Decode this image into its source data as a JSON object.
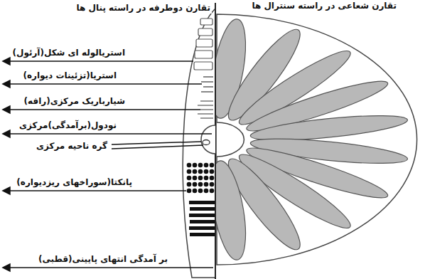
{
  "diagram": {
    "labels": [
      "تقارن دوطرفه در راسته پنال ها",
      "تقارن شعاعی در راسته سنترال ها",
      "استریالوله ای شکل(آرئول)",
      "استریا(تزئینات دیواره)",
      "شیارباریک مرکزی(رافه)",
      "نودول(برآمدگی)مرکزی",
      "گره ناحیه مرکزی",
      "پانکتا(سوراخهای ریزدیواره)",
      "بر آمدگی انتهای پایینی(قطبی)"
    ]
  }
}
